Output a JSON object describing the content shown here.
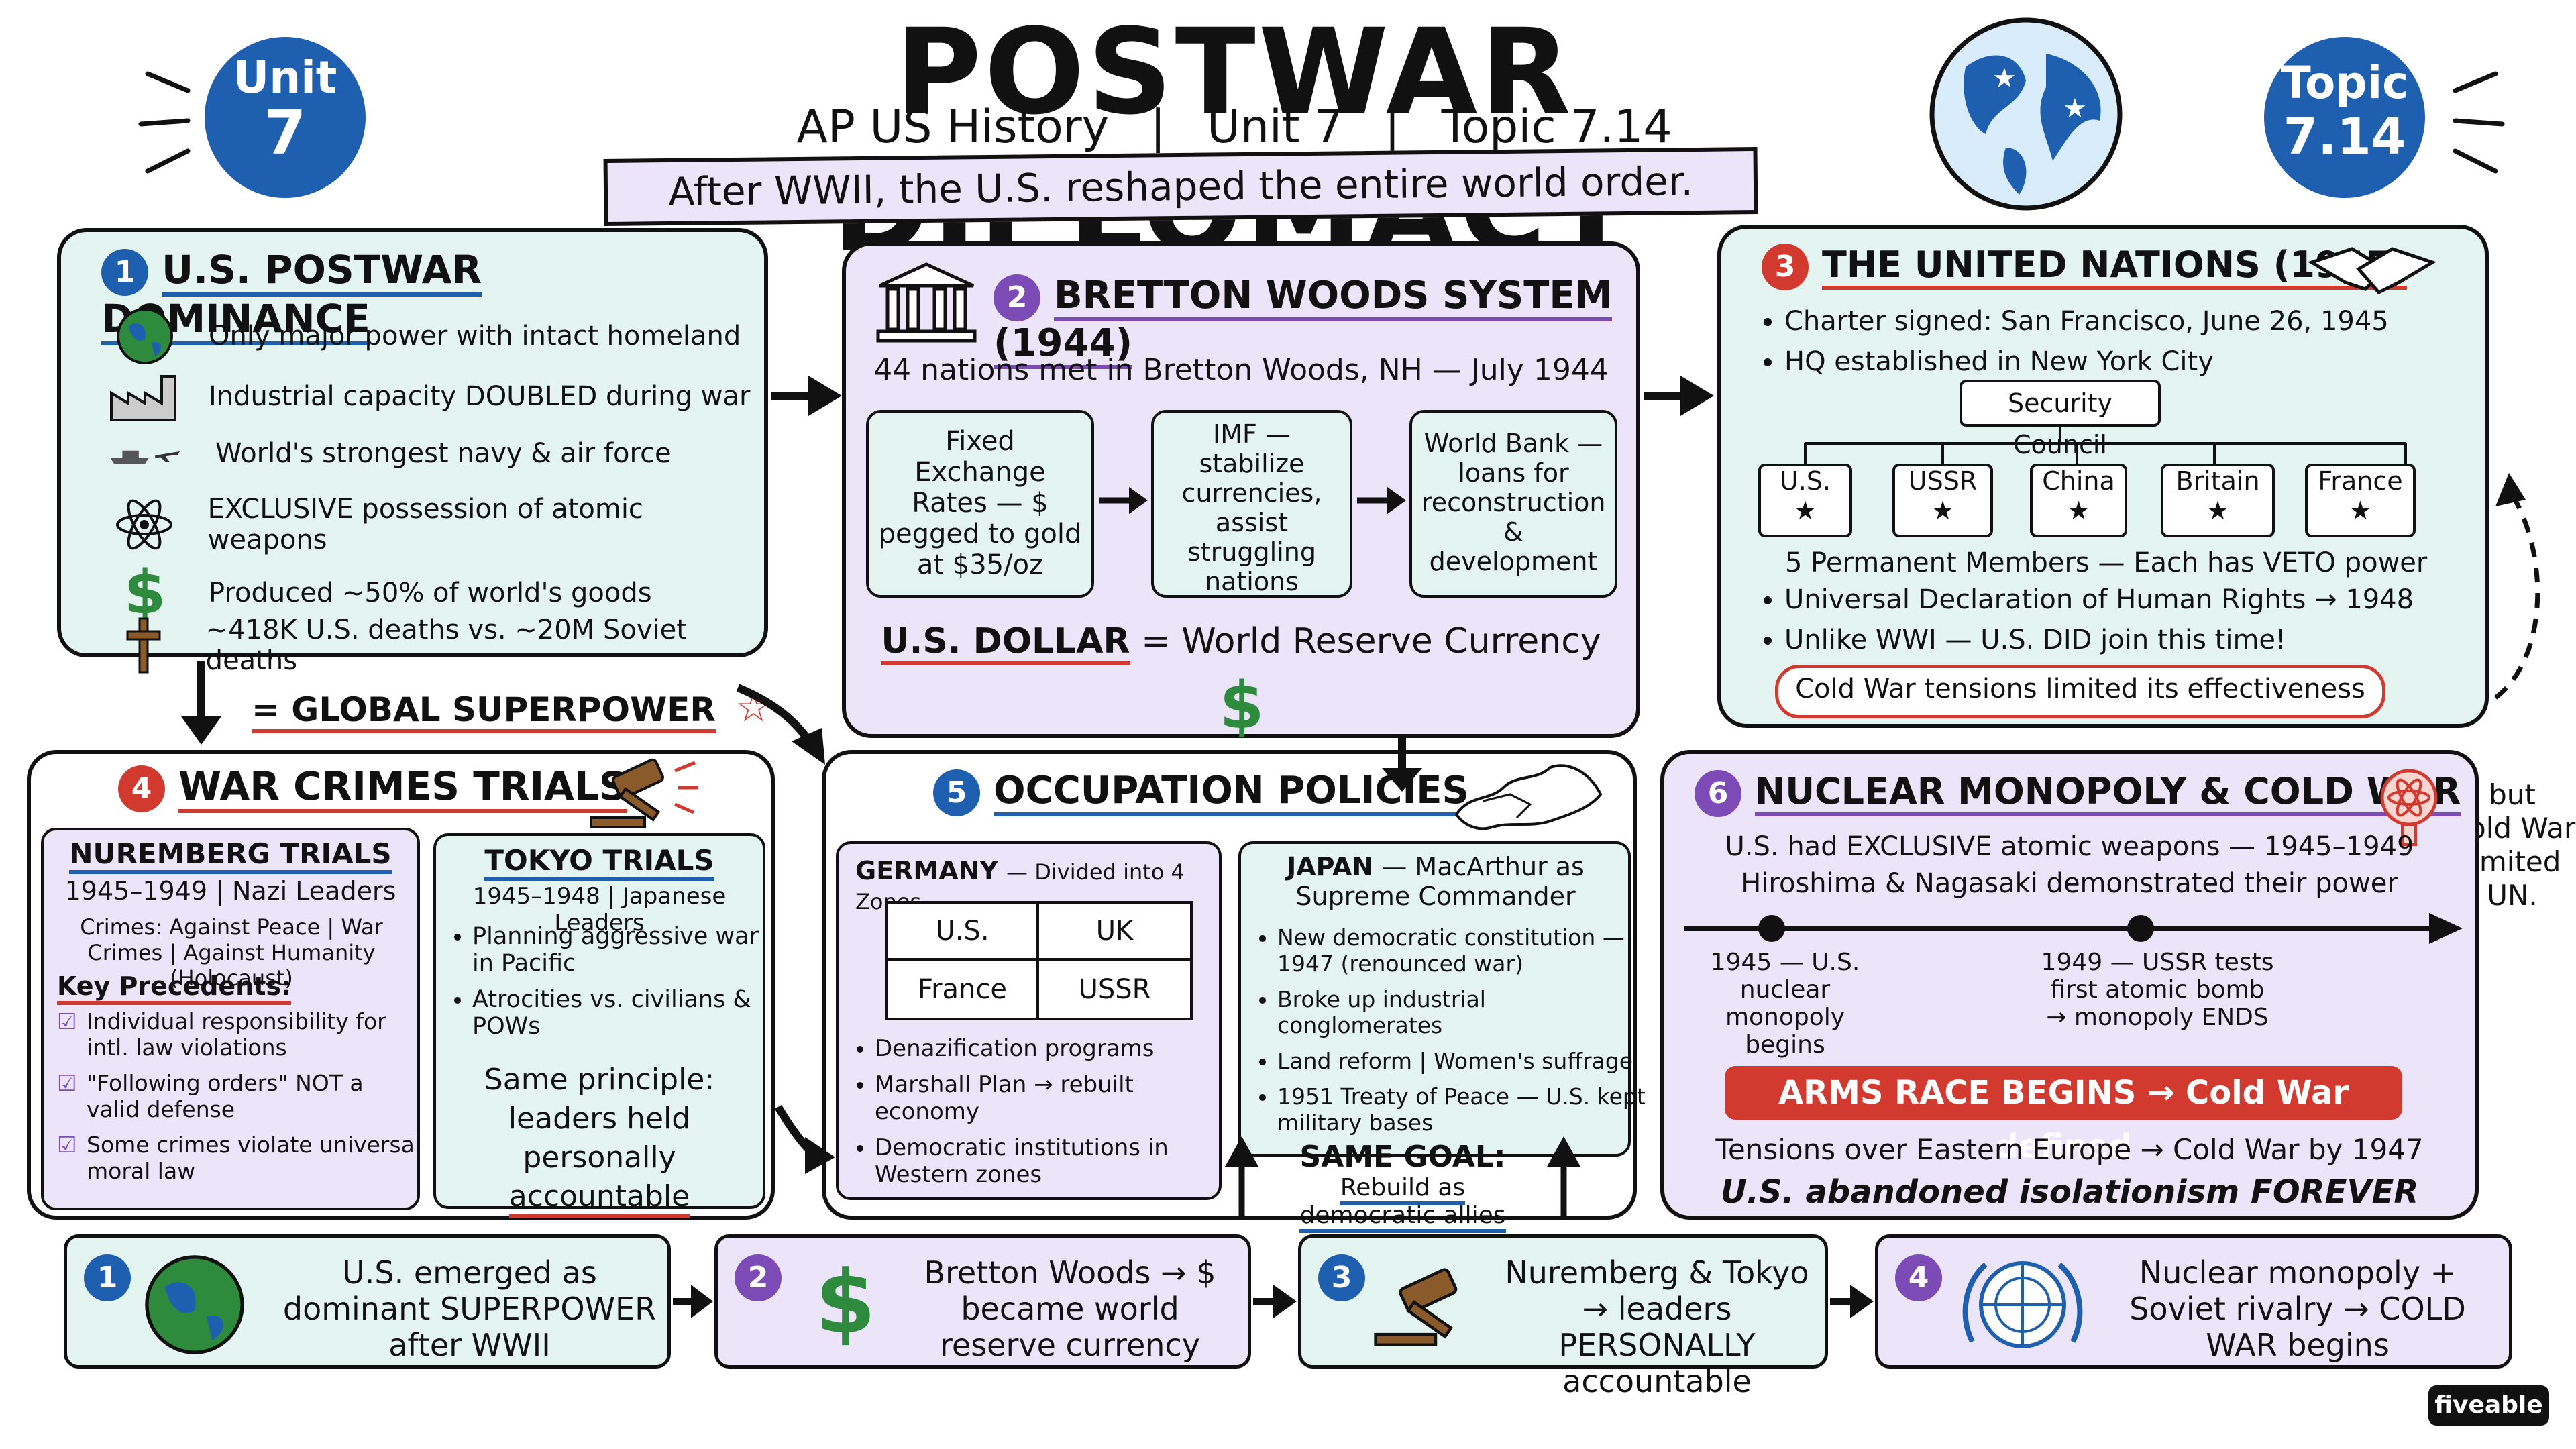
{
  "header": {
    "title": "POSTWAR DIPLOMACY",
    "subtitle": [
      "AP US History",
      "Unit 7",
      "Topic 7.14"
    ],
    "tagline": "After WWII, the U.S. reshaped the entire world order.",
    "unit_badge": [
      "Unit",
      "7"
    ],
    "topic_badge": [
      "Topic",
      "7.14"
    ]
  },
  "p1": {
    "num": "1",
    "title": "U.S. POSTWAR DOMINANCE",
    "items": [
      "Only major power with intact homeland",
      "Industrial capacity DOUBLED during war",
      "World's strongest navy & air force",
      "EXCLUSIVE possession of atomic weapons",
      "Produced ~50% of world's goods",
      "~418K U.S. deaths vs. ~20M Soviet deaths"
    ],
    "result": "= GLOBAL SUPERPOWER"
  },
  "p2": {
    "num": "2",
    "title": "BRETTON WOODS SYSTEM (1944)",
    "meeting": "44 nations met in Bretton Woods, NH — July 1944",
    "boxes": [
      "Fixed Exchange Rates — $ pegged to gold at $35/oz",
      "IMF — stabilize currencies, assist struggling nations",
      "World Bank — loans for reconstruction & development"
    ],
    "reserve_left": "U.S. DOLLAR",
    "reserve_right": "= World Reserve Currency",
    "dollar": "$"
  },
  "p3": {
    "num": "3",
    "title": "THE UNITED NATIONS (1945)",
    "bullets_top": [
      "Charter signed: San Francisco, June 26, 1945",
      "HQ established in New York City"
    ],
    "council": "Security Council",
    "members": [
      "U.S.",
      "USSR",
      "China",
      "Britain",
      "France"
    ],
    "star": "★",
    "veto": "5 Permanent Members — Each has VETO power",
    "bullets_bottom": [
      "Universal Declaration of Human Rights → 1948",
      "Unlike WWI — U.S. DID join this time!"
    ],
    "limit": "Cold War tensions limited its effectiveness"
  },
  "side_note": [
    "but",
    "Cold War",
    "limited",
    "UN."
  ],
  "p4": {
    "num": "4",
    "title": "WAR CRIMES TRIALS",
    "nuremberg": {
      "title": "NUREMBERG TRIALS",
      "dates": "1945–1949 | Nazi Leaders",
      "crimes": "Crimes: Against Peace | War Crimes | Against Humanity (Holocaust)",
      "precedents_label": "Key Precedents:",
      "precedents": [
        "Individual responsibility for intl. law violations",
        "\"Following orders\" NOT a valid defense",
        "Some crimes violate universal moral law"
      ]
    },
    "tokyo": {
      "title": "TOKYO TRIALS",
      "dates": "1945–1948 | Japanese Leaders",
      "bullets": [
        "Planning aggressive war in Pacific",
        "Atrocities vs. civilians & POWs"
      ],
      "principle": "Same principle: leaders held personally",
      "principle_end": "accountable"
    }
  },
  "p5": {
    "num": "5",
    "title": "OCCUPATION POLICIES",
    "germany": {
      "title": "GERMANY",
      "title_note": "— Divided into 4 Zones",
      "zones": [
        "U.S.",
        "UK",
        "France",
        "USSR"
      ],
      "bullets": [
        "Denazification programs",
        "Marshall Plan → rebuilt economy",
        "Democratic institutions in Western zones"
      ]
    },
    "japan": {
      "title": "JAPAN",
      "title_note": "— MacArthur as Supreme Commander",
      "bullets": [
        "New democratic constitution — 1947 (renounced war)",
        "Broke up industrial conglomerates",
        "Land reform | Women's suffrage",
        "1951 Treaty of Peace — U.S. kept military bases"
      ]
    },
    "goal_label": "SAME GOAL:",
    "goal": "Rebuild as democratic allies"
  },
  "p6": {
    "num": "6",
    "title": "NUCLEAR MONOPOLY & COLD WAR",
    "line1": "U.S. had EXCLUSIVE atomic weapons — 1945–1949",
    "line2": "Hiroshima & Nagasaki demonstrated their power",
    "t1": "1945 — U.S. nuclear monopoly begins",
    "t2": "1949 — USSR tests first atomic bomb → monopoly ENDS",
    "banner": "ARMS RACE BEGINS → Cold War defined",
    "tensions": "Tensions over Eastern Europe → Cold War by 1947",
    "final": "U.S. abandoned isolationism FOREVER"
  },
  "summary": [
    {
      "num": "1",
      "text": "U.S. emerged as dominant SUPERPOWER after WWII"
    },
    {
      "num": "2",
      "text": "Bretton Woods → $ became world reserve currency"
    },
    {
      "num": "3",
      "text": "Nuremberg & Tokyo → leaders PERSONALLY accountable"
    },
    {
      "num": "4",
      "text": "Nuclear monopoly + Soviet rivalry → COLD WAR begins"
    }
  ],
  "brand": "fiveable",
  "colors": {
    "mint": "#e4f5f1",
    "lavender": "#ece4f8",
    "red": "#d23a2f",
    "blue": "#1f5fb0",
    "purple": "#7c4bb5",
    "green": "#2e8b3e"
  }
}
